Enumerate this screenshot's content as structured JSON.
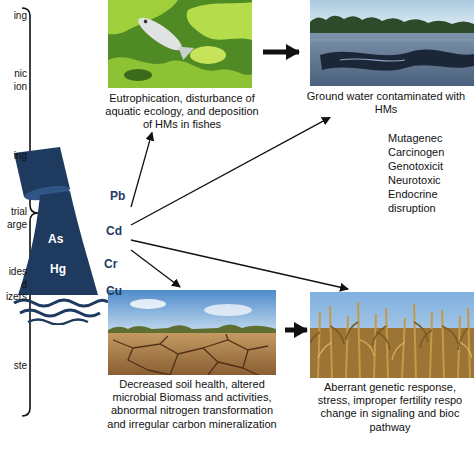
{
  "diagram": {
    "nodes": [
      {
        "text": [
          "Eutrophication, disturbance of aquatic ecology, and deposition of HMs in fishes"
        ]
      },
      {
        "text": [
          "Ground water contaminated with HMs"
        ]
      },
      {
        "text": [
          "Pb",
          "Cd",
          "As",
          "Hg",
          "Cr",
          "Cu"
        ]
      },
      {
        "text": [
          "Decreased soil health, altered microbial Biomass and activities, abnormal nitrogen transformation and irregular carbon mineralization"
        ]
      },
      {
        "text": [
          "Aberrant genetic response, stress, improper fertility respo change in signaling and bioc pathway"
        ]
      }
    ],
    "edges": [
      {
        "from": 2,
        "to": 0,
        "arrow": "to"
      },
      {
        "from": 2,
        "to": 1,
        "arrow": "to"
      },
      {
        "from": 2,
        "to": 4,
        "arrow": "to"
      },
      {
        "from": 2,
        "to": 3,
        "arrow": "to"
      },
      {
        "from": 0,
        "to": 1,
        "arrow": "to"
      },
      {
        "from": 3,
        "to": 4,
        "arrow": "to"
      }
    ],
    "labels": [
      "ing",
      "nic ion",
      "ing",
      "trial arge",
      "ides d izers",
      "ste",
      "Mutagenec",
      "Carcinogen",
      "Genotoxicit",
      "Neurotoxic",
      "Endocrine disruption"
    ]
  }
}
